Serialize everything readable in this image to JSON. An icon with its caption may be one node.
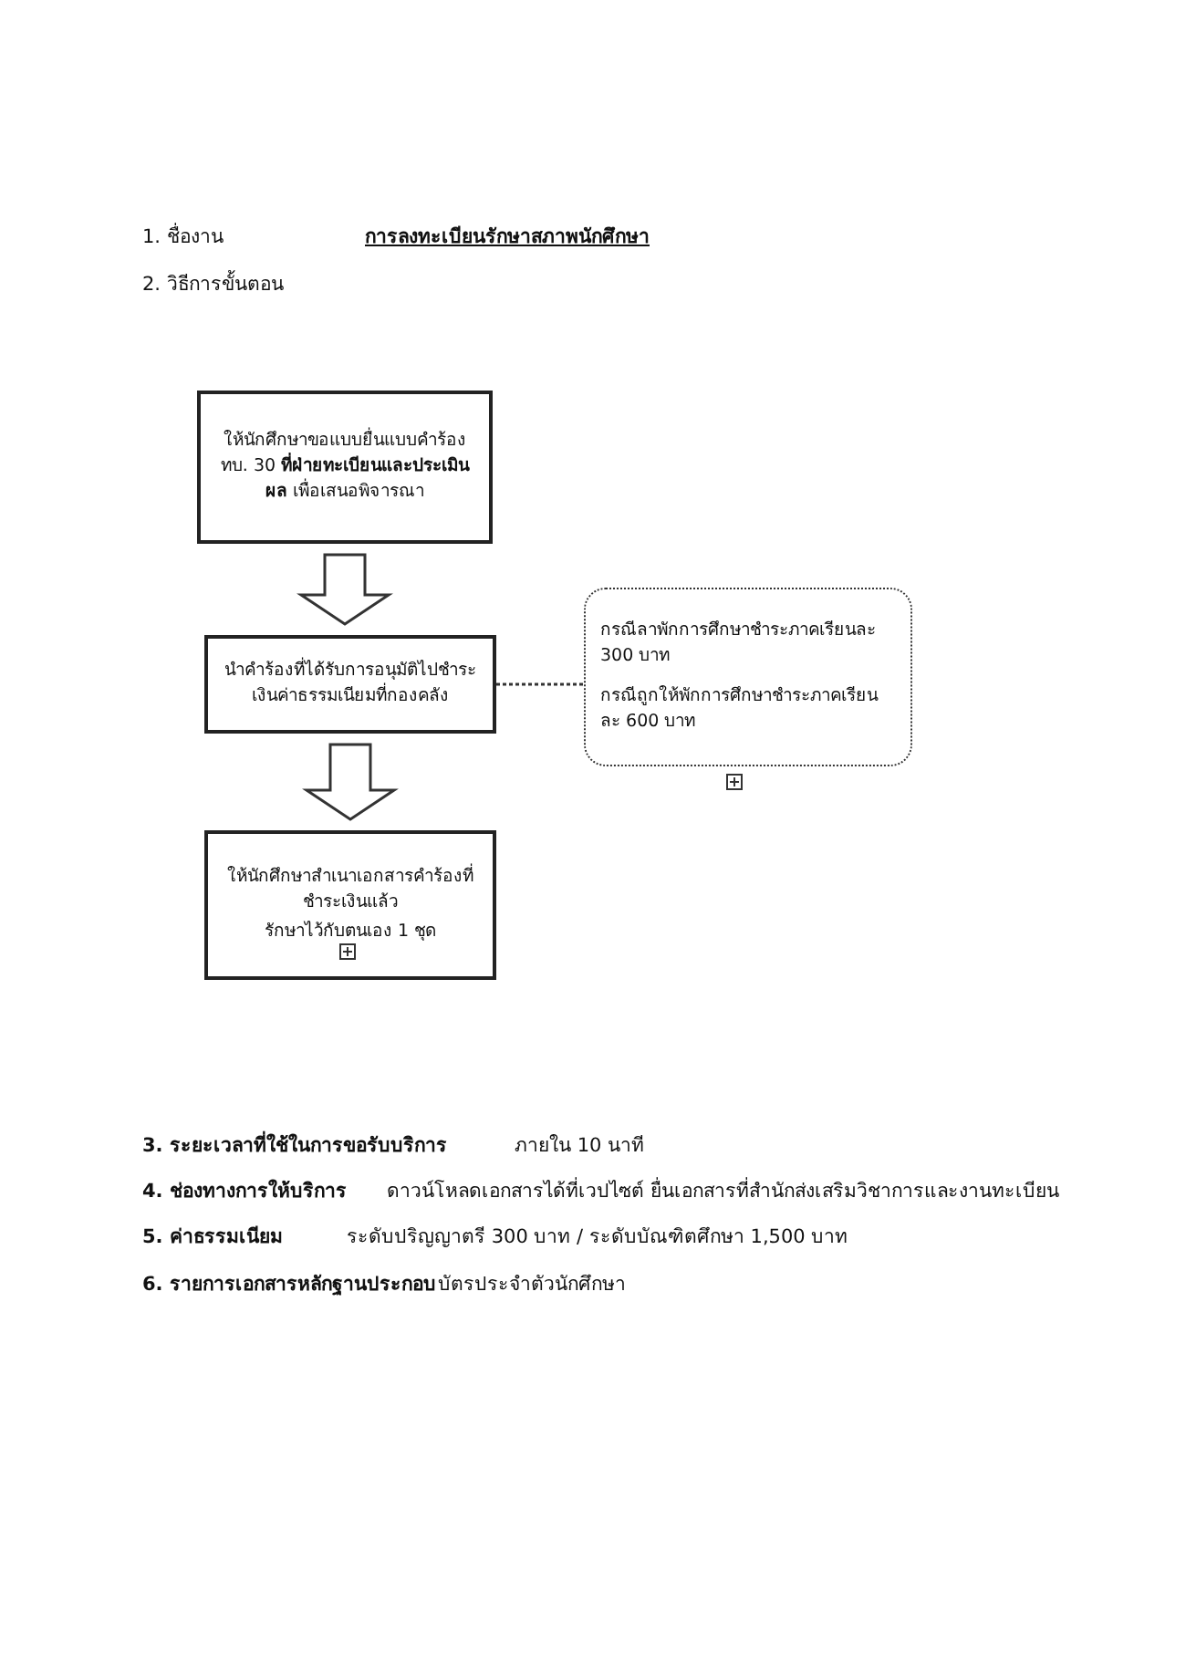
{
  "diagram": {
    "nodes": [
      {
        "text": [
          "ให้นักศึกษาขอแบบยื่นแบบคำร้อง ทบ. 30 **ที่ฝ่ายทะเบียนและประเมินผล** เพื่อเสนอพิจารณา"
        ]
      },
      {
        "text": [
          "นำคำร้องที่ได้รับการอนุมัติไปชำระเงินค่าธรรมเนียมที่กองคลัง"
        ]
      },
      {
        "text": [
          "กรณีลาพักการศึกษาชำระภาคเรียนละ 300 บาท",
          "กรณีถูกให้พักการศึกษาชำระภาคเรียนละ 600 บาท"
        ]
      },
      {
        "text": [
          "ให้นักศึกษาสำเนาเอกสารคำร้องที่ชำระเงินแล้ว",
          "รักษาไว้กับตนเอง 1 ชุด"
        ]
      }
    ],
    "edges": [
      {
        "from": 0,
        "to": 1,
        "arrow": "to"
      },
      {
        "from": 1,
        "to": 2,
        "arrow": "none",
        "style": "dashed"
      },
      {
        "from": 1,
        "to": 3,
        "arrow": "to"
      }
    ],
    "labels": [
      "1. ชื่องาน",
      "การลงทะเบียนรักษาสภาพนักศึกษา",
      "2. วิธีการขั้นตอน",
      "3. ระยะเวลาที่ใช้ในการขอรับบริการ",
      "ภายใน 10 นาที",
      "4. ช่องทางการให้บริการ",
      "ดาวน์โหลดเอกสารได้ที่เวปไซต์ ยื่นเอกสารที่สำนักส่งเสริมวิชาการและงานทะเบียน",
      "5. ค่าธรรมเนียม",
      "ระดับปริญญาตรี 300 บาท / ระดับบัณฑิตศึกษา 1,500 บาท",
      "6. รายการเอกสารหลักฐานประกอบ",
      "บัตรประจำตัวนักศึกษา"
    ]
  }
}
